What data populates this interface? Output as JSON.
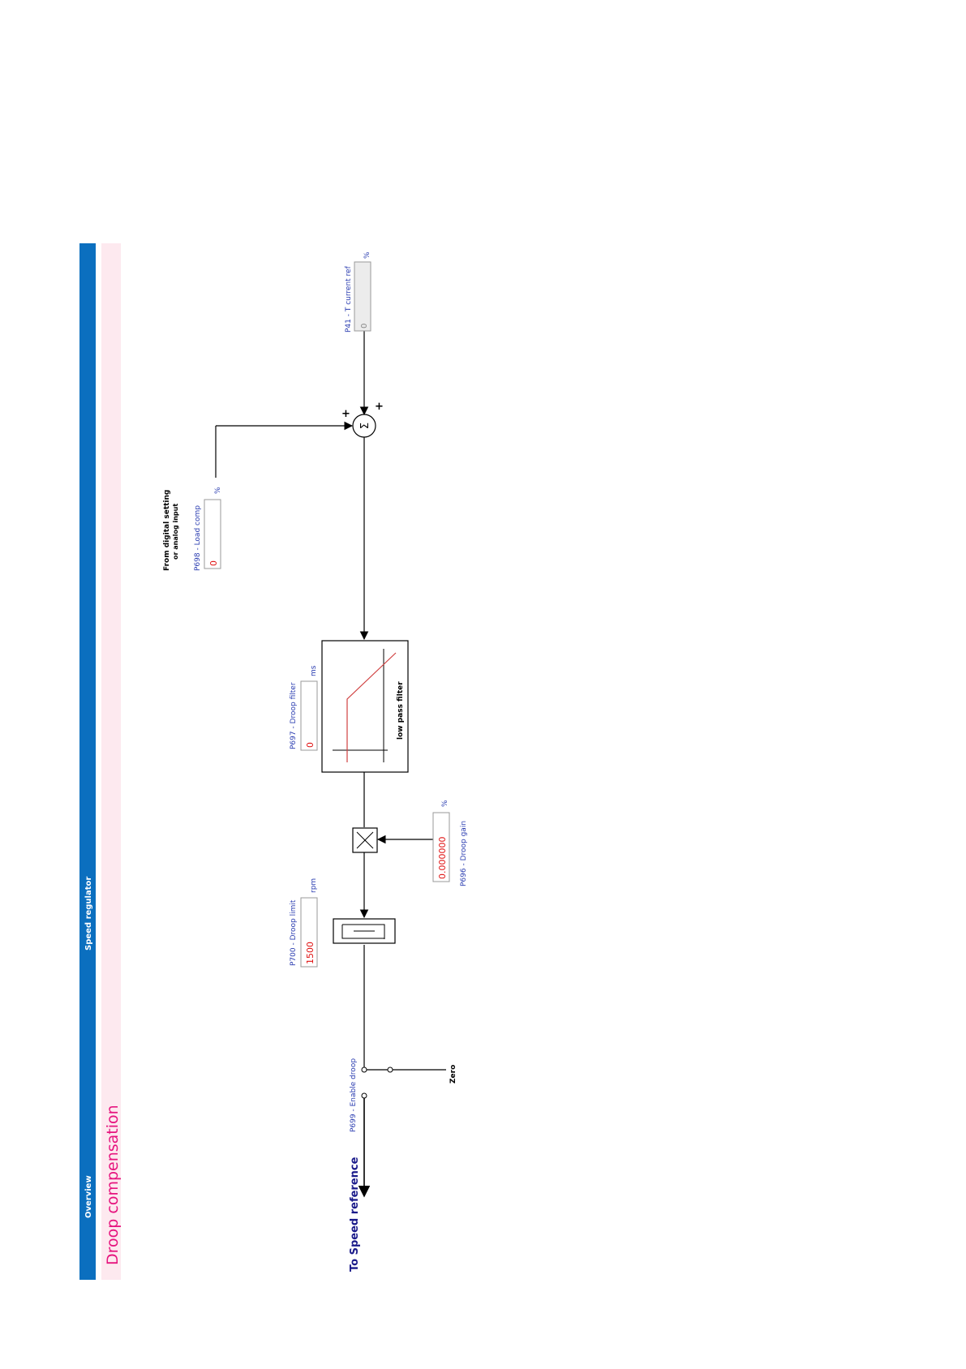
{
  "header": {
    "nav_overview": "Overview",
    "nav_speed_regulator": "Speed regulator",
    "page_title": "Droop compensation"
  },
  "params": {
    "t_current_ref": {
      "label": "P41 - T current ref",
      "value": "0",
      "unit": "%"
    },
    "load_comp": {
      "label": "P698 - Load comp",
      "value": "0",
      "unit": "%"
    },
    "droop_filter": {
      "label": "P697 - Droop filter",
      "value": "0",
      "unit": "ms"
    },
    "droop_gain": {
      "label": "P696 - Droop gain",
      "value": "0.000000",
      "unit": "%"
    },
    "droop_limit": {
      "label": "P700 - Droop limit",
      "value": "1500",
      "unit": "rpm"
    },
    "enable_droop": {
      "label": "P699 - Enable droop"
    }
  },
  "labels": {
    "from_digital_line1": "From digital setting",
    "from_digital_line2": "or analog input",
    "low_pass_filter": "low pass filter",
    "zero": "Zero",
    "to_speed_reference": "To Speed reference",
    "plus_left": "+",
    "plus_right": "+",
    "sigma": "Σ"
  },
  "colors": {
    "nav_blue": "#0b6fbf",
    "title_pink": "#e6147e",
    "title_band": "#fde9ef",
    "param_blue": "#2a3cb0",
    "value_red": "#e01010",
    "filter_curve": "#d04040"
  }
}
